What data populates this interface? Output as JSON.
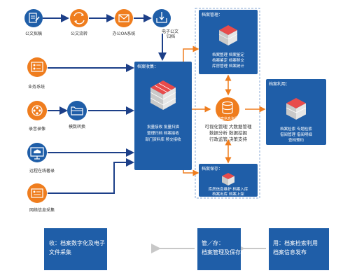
{
  "sources": [
    {
      "label": "公文拟稿",
      "icon": "document-edit-icon"
    },
    {
      "label": "公文流转",
      "icon": "flow-cycle-icon"
    },
    {
      "label": "办公OA系统",
      "icon": "oa-mail-icon"
    },
    {
      "label": "电子公文\n归档",
      "icon": "archive-tray-icon"
    },
    {
      "label": "业务系统",
      "icon": "business-list-icon"
    },
    {
      "label": "录音录像",
      "icon": "film-reel-icon"
    },
    {
      "label": "模数转换",
      "icon": "folder-convert-icon"
    },
    {
      "label": "远程在线著录",
      "icon": "monitor-cloud-icon"
    },
    {
      "label": "网络信息采集",
      "icon": "network-form-icon"
    }
  ],
  "collect_box": {
    "title": "档案收集：",
    "lines": [
      "批量接收 批量扫描",
      "整理归档 档案接收",
      "部门资料库 移交接收"
    ]
  },
  "manage_box": {
    "title": "档案管理：",
    "lines": [
      "档案整理 档案鉴定",
      "档案鉴定 档案移交",
      "库房管理 档案统计"
    ]
  },
  "storage_box": {
    "title": "档案保存：",
    "lines": [
      "库房信息维护 档案入库",
      "档案出库 档案上架"
    ]
  },
  "center_node": {
    "caption": "档案信息资源",
    "lines": [
      "可视化管理 大数据管理",
      "数据分析 数据挖掘",
      "行政监管 决策支持"
    ]
  },
  "use_box": {
    "title": "档案利用：",
    "lines": [
      "档案检索 专题检索",
      "借阅管理 借阅明细",
      "查档预约"
    ]
  },
  "bottom": [
    {
      "lines": [
        "收：档案数字化及电子",
        "文件采集"
      ]
    },
    {
      "lines": [
        "管／存：",
        "档案管理及保存"
      ]
    },
    {
      "lines": [
        "用：档案检索利用",
        "档案信息发布"
      ]
    }
  ],
  "colors": {
    "primary_blue": "#1f5ea8",
    "icon_blue": "#1f5ea8",
    "icon_orange": "#ef7d1e",
    "arrow_orange": "#ef7d1e",
    "arrow_navy": "#1c3f88",
    "arrow_gray": "#c8c8c8",
    "dashed_border": "#8aa9d6"
  }
}
